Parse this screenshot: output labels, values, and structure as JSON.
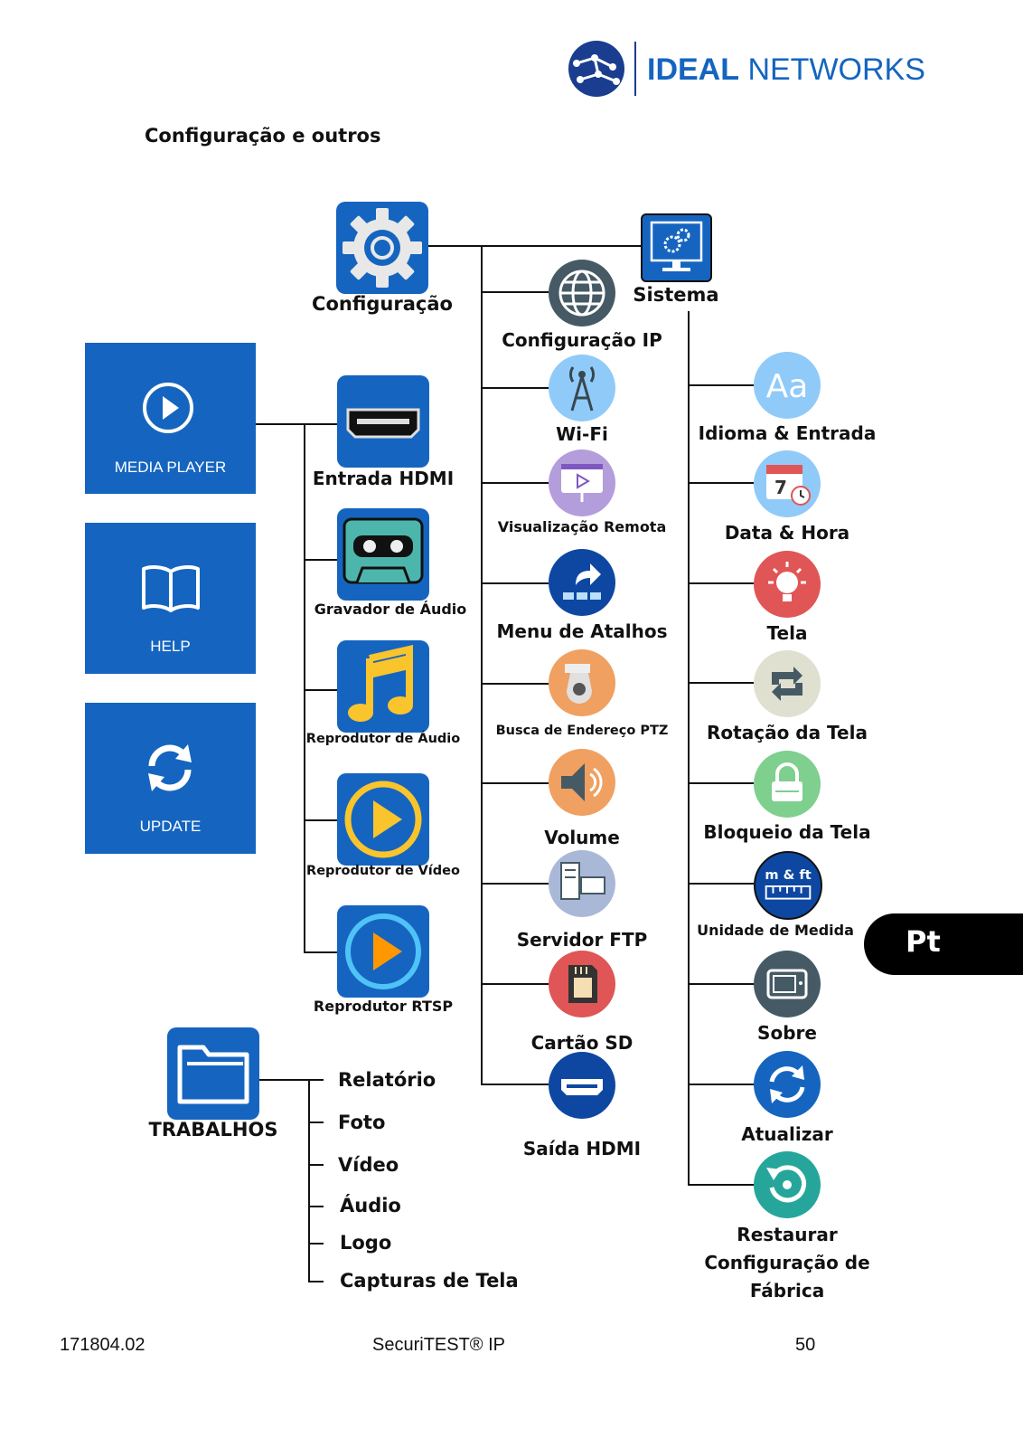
{
  "header": {
    "brand_bold": "IDEAL",
    "brand_light": " NETWORKS",
    "logo_icon": "ideal-networks-logo"
  },
  "page_title": "Configuração e outros",
  "tiles": {
    "media_player": "MEDIA PLAYER",
    "help": "HELP",
    "update": "UPDATE"
  },
  "config": {
    "label": "Configuração",
    "system_label": "Sistema"
  },
  "media": [
    {
      "label": "Entrada HDMI",
      "icon": "hdmi-input-icon"
    },
    {
      "label": "Gravador de Áudio",
      "icon": "audio-recorder-icon"
    },
    {
      "label": "Reprodutor de Áudio",
      "icon": "audio-player-icon"
    },
    {
      "label": "Reprodutor de Vídeo",
      "icon": "video-player-icon"
    },
    {
      "label": "Reprodutor RTSP",
      "icon": "rtsp-player-icon"
    }
  ],
  "config_items": [
    {
      "label": "Configuração IP",
      "icon": "globe-icon",
      "color": "#455a64"
    },
    {
      "label": "Wi-Fi",
      "icon": "antenna-icon",
      "color": "#90caf9"
    },
    {
      "label": "Visualização Remota",
      "icon": "remote-view-icon",
      "color": "#b39ddb"
    },
    {
      "label": "Menu de Atalhos",
      "icon": "shortcut-icon",
      "color": "#0d47a1"
    },
    {
      "label": "Busca de Endereço PTZ",
      "icon": "ptz-camera-icon",
      "color": "#f0a060"
    },
    {
      "label": "Volume",
      "icon": "speaker-icon",
      "color": "#f0a060"
    },
    {
      "label": "Servidor FTP",
      "icon": "ftp-server-icon",
      "color": "#aab8d8"
    },
    {
      "label": "Cartão SD",
      "icon": "sd-card-icon",
      "color": "#e05555"
    },
    {
      "label": "Saída HDMI",
      "icon": "hdmi-output-icon",
      "color": "#0d47a1"
    }
  ],
  "system_items": [
    {
      "label": "Idioma & Entrada",
      "icon": "font-aa-icon",
      "color": "#90caf9"
    },
    {
      "label": "Data & Hora",
      "icon": "calendar-icon",
      "color": "#90caf9"
    },
    {
      "label": "Tela",
      "icon": "brightness-icon",
      "color": "#e05555"
    },
    {
      "label": "Rotação da Tela",
      "icon": "rotation-icon",
      "color": "#e0e0d0"
    },
    {
      "label": "Bloqueio da Tela",
      "icon": "lock-icon",
      "color": "#7fcf8f"
    },
    {
      "label": "Unidade de Medida",
      "icon": "measure-icon",
      "color": "#0d47a1"
    },
    {
      "label": "Sobre",
      "icon": "about-icon",
      "color": "#455a64"
    },
    {
      "label": "Atualizar",
      "icon": "update-icon",
      "color": "#1565c0"
    },
    {
      "label_lines": [
        "Restaurar",
        "Configuração de",
        "Fábrica"
      ],
      "icon": "factory-reset-icon",
      "color": "#26a69a"
    }
  ],
  "icons_text": {
    "measure_top": "m & ft"
  },
  "jobs": {
    "label": "TRABALHOS",
    "items": [
      "Relatório",
      "Foto",
      "Vídeo",
      "Áudio",
      "Logo",
      "Capturas de Tela"
    ]
  },
  "language_tab": "Pt",
  "footer": {
    "doc_number": "171804.02",
    "product": "SecuriTEST® IP",
    "page_number": "50"
  }
}
